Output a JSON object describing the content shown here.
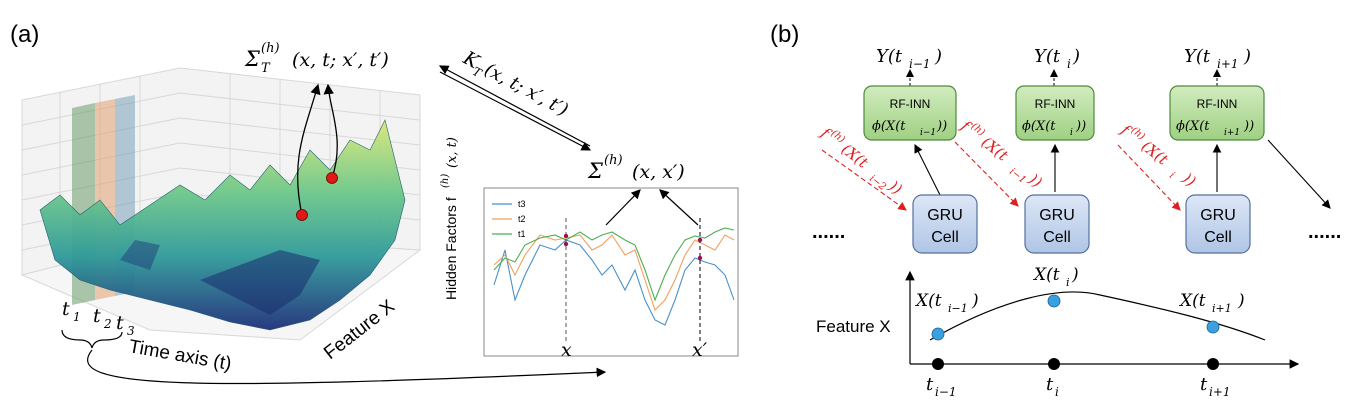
{
  "panel_a": {
    "label": "(a)",
    "sigma_T": "Σ",
    "sigma_T_sup": "(h)",
    "sigma_T_sub": "T",
    "sigma_T_args": "(x, t; x′, t′)",
    "kernel_K": "K",
    "kernel_K_sub": "T",
    "kernel_K_args": "(x, t; x′, t′)",
    "sigma": "Σ",
    "sigma_sup": "(h)",
    "sigma_args": "(x, x′)",
    "t1": "t",
    "t1_sub": "1",
    "t2": "t",
    "t2_sub": "2",
    "t3": "t",
    "t3_sub": "3",
    "time_axis": "Time axis (t)",
    "feature_x": "Feature X",
    "hidden_factors": "Hidden Factors f",
    "hidden_factors_sup": "(h)",
    "hidden_factors_args": "(x, t)",
    "legend": [
      "t3",
      "t2",
      "t1"
    ],
    "legend_colors": [
      "#4a90c8",
      "#f0a060",
      "#4caf50"
    ],
    "x_label": "x",
    "x_prime_label": "x′"
  },
  "panel_b": {
    "label": "(b)",
    "outputs": [
      {
        "base": "Y(t",
        "sub": "i−1",
        "close": ")"
      },
      {
        "base": "Y(t",
        "sub": "i",
        "close": ")"
      },
      {
        "base": "Y(t",
        "sub": "i+1",
        "close": ")"
      }
    ],
    "rf_title": "RF-INN",
    "rf_phis": [
      {
        "base": "ϕ(X(t",
        "sub": "i−1",
        "close": "))"
      },
      {
        "base": "ϕ(X(t",
        "sub": "i",
        "close": "))"
      },
      {
        "base": "ϕ(X(t",
        "sub": "i+1",
        "close": "))"
      }
    ],
    "f_labels": [
      {
        "base": "f",
        "sup": "(h)",
        "arg": "(X(t",
        "sub": "i−2",
        "close": "))"
      },
      {
        "base": "f",
        "sup": "(h)",
        "arg": "(X(t",
        "sub": "i−1",
        "close": "))"
      },
      {
        "base": "f",
        "sup": "(h)",
        "arg": "(X(t",
        "sub": "i",
        "close": "))"
      }
    ],
    "gru_line1": "GRU",
    "gru_line2": "Cell",
    "ellipsis": "......",
    "feature_x": "Feature X",
    "x_points": [
      {
        "base": "X(t",
        "sub": "i−1",
        "close": ")"
      },
      {
        "base": "X(t",
        "sub": "i",
        "close": ")"
      },
      {
        "base": "X(t",
        "sub": "i+1",
        "close": ")"
      }
    ],
    "t_ticks": [
      {
        "base": "t",
        "sub": "i−1"
      },
      {
        "base": "t",
        "sub": "i"
      },
      {
        "base": "t",
        "sub": "i+1"
      }
    ],
    "colors": {
      "rf_fill": "#b8dfa0",
      "rf_stroke": "#4e8a3a",
      "gru_fill": "#c5d6ee",
      "gru_stroke": "#5470a0",
      "f_label": "#e02020",
      "point": "#3aa0e0"
    }
  }
}
